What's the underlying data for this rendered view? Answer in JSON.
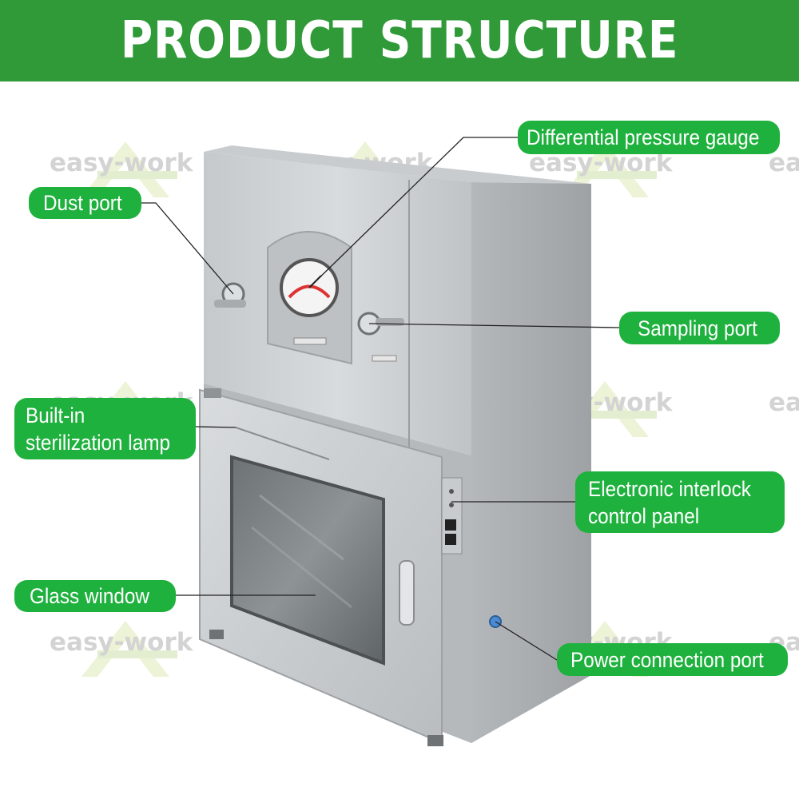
{
  "header": {
    "title": "PRODUCT STRUCTURE",
    "background_color": "#2f9a37"
  },
  "watermark": {
    "text": "easy-work",
    "logo": "easy-work-logo-icon"
  },
  "callouts": {
    "dust_port": "Dust port",
    "pressure_gauge": "Differential pressure gauge",
    "sampling_port": "Sampling port",
    "sterilization_lamp_line1": "Built-in",
    "sterilization_lamp_line2": "sterilization lamp",
    "interlock_line1": "Electronic interlock",
    "interlock_line2": "control panel",
    "glass_window": "Glass window",
    "power_port": "Power connection port"
  },
  "colors": {
    "callout_background": "#1fb13e",
    "callout_text": "#ffffff"
  }
}
